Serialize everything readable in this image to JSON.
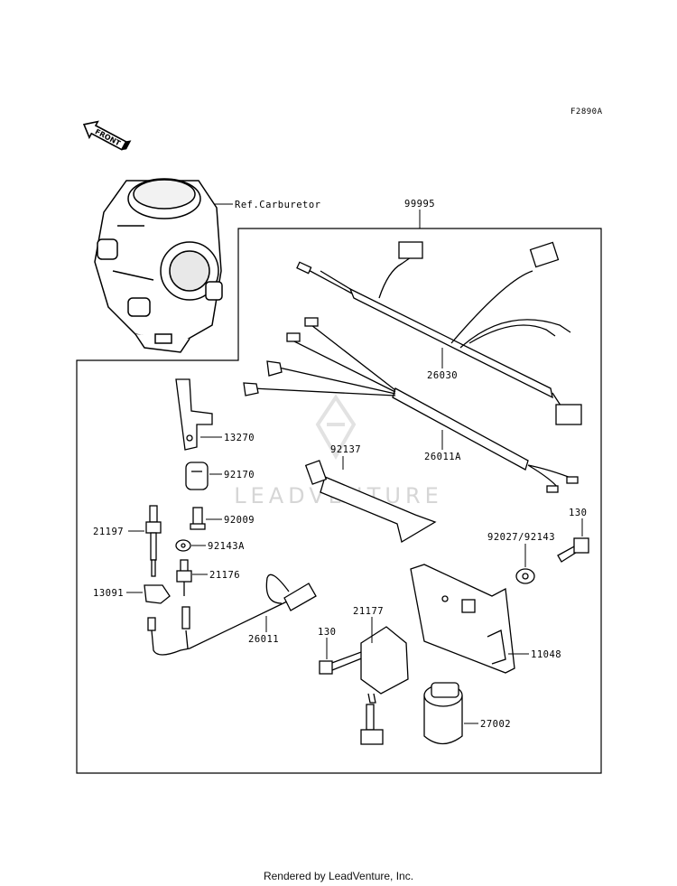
{
  "diagram_code": "F2890A",
  "front_label": "FRONT",
  "ref_label": "Ref.Carburetor",
  "kit_number": "99995",
  "watermark": "LEADVENTURE",
  "footer": "Rendered by LeadVenture, Inc.",
  "parts": [
    {
      "id": "26030",
      "label": "26030"
    },
    {
      "id": "26011A",
      "label": "26011A"
    },
    {
      "id": "92137",
      "label": "92137"
    },
    {
      "id": "13270",
      "label": "13270"
    },
    {
      "id": "92170",
      "label": "92170"
    },
    {
      "id": "92009",
      "label": "92009"
    },
    {
      "id": "21197",
      "label": "21197"
    },
    {
      "id": "92143A",
      "label": "92143A"
    },
    {
      "id": "21176",
      "label": "21176"
    },
    {
      "id": "13091",
      "label": "13091"
    },
    {
      "id": "26011",
      "label": "26011"
    },
    {
      "id": "130a",
      "label": "130"
    },
    {
      "id": "92027-92143",
      "label": "92027/92143"
    },
    {
      "id": "130b",
      "label": "130"
    },
    {
      "id": "21177",
      "label": "21177"
    },
    {
      "id": "11048",
      "label": "11048"
    },
    {
      "id": "27002",
      "label": "27002"
    }
  ]
}
